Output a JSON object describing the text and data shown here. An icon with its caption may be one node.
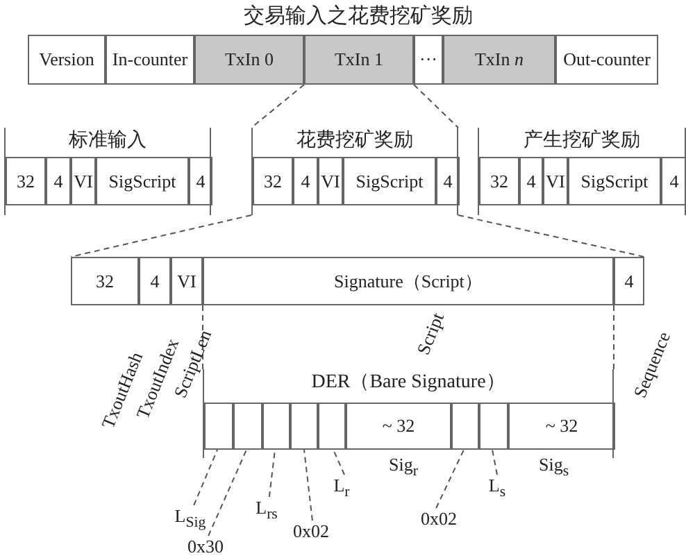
{
  "diagram": {
    "title": "交易输入之花费挖矿奖励",
    "nodes": [
      {
        "text": [
          "Version"
        ]
      },
      {
        "text": [
          "In-counter"
        ]
      },
      {
        "text": [
          "TxIn 0"
        ]
      },
      {
        "text": [
          "TxIn 1"
        ]
      },
      {
        "text": [
          "···"
        ]
      },
      {
        "text": [
          "TxIn *n*"
        ]
      },
      {
        "text": [
          "Out-counter"
        ]
      },
      {
        "text": [
          "标准输入"
        ]
      },
      {
        "text": [
          "32"
        ],
        "in": 7
      },
      {
        "text": [
          "4"
        ],
        "in": 7
      },
      {
        "text": [
          "VI"
        ],
        "in": 7
      },
      {
        "text": [
          "SigScript"
        ],
        "in": 7
      },
      {
        "text": [
          "4"
        ],
        "in": 7
      },
      {
        "text": [
          "花费挖矿奖励"
        ]
      },
      {
        "text": [
          "32"
        ],
        "in": 13
      },
      {
        "text": [
          "4"
        ],
        "in": 13
      },
      {
        "text": [
          "VI"
        ],
        "in": 13
      },
      {
        "text": [
          "SigScript"
        ],
        "in": 13
      },
      {
        "text": [
          "4"
        ],
        "in": 13
      },
      {
        "text": [
          "产生挖矿奖励"
        ]
      },
      {
        "text": [
          "32"
        ],
        "in": 19
      },
      {
        "text": [
          "4"
        ],
        "in": 19
      },
      {
        "text": [
          "VI"
        ],
        "in": 19
      },
      {
        "text": [
          "SigScript"
        ],
        "in": 19
      },
      {
        "text": [
          "4"
        ],
        "in": 19
      },
      {
        "text": [
          "32"
        ]
      },
      {
        "text": [
          "4"
        ]
      },
      {
        "text": [
          "VI"
        ]
      },
      {
        "text": [
          "Signature（Script）"
        ]
      },
      {
        "text": [
          "4"
        ]
      },
      {
        "text": [
          "DER（Bare Signature）"
        ]
      },
      {
        "text": [],
        "shape": "box",
        "in": 30
      },
      {
        "text": [],
        "shape": "box",
        "in": 30
      },
      {
        "text": [],
        "shape": "box",
        "in": 30
      },
      {
        "text": [],
        "shape": "box",
        "in": 30
      },
      {
        "text": [],
        "shape": "box",
        "in": 30
      },
      {
        "text": [
          "~ 32"
        ],
        "in": 30,
        "beside": [
          "Sig$_{r}$"
        ]
      },
      {
        "text": [],
        "shape": "box",
        "in": 30
      },
      {
        "text": [],
        "shape": "box",
        "in": 30
      },
      {
        "text": [
          "~ 32"
        ],
        "in": 30,
        "beside": [
          "Sig$_{s}$"
        ]
      },
      {
        "text": [
          "L$_{Sig}$"
        ]
      },
      {
        "text": [
          "0x30"
        ]
      },
      {
        "text": [
          "L$_{rs}$"
        ]
      },
      {
        "text": [
          "0x02"
        ]
      },
      {
        "text": [
          "L$_{r}$"
        ]
      },
      {
        "text": [
          "0x02"
        ]
      },
      {
        "text": [
          "L$_{s}$"
        ]
      }
    ],
    "edges": [
      {
        "from": 3,
        "to": 13,
        "arrow": "none",
        "style": "dashed"
      },
      {
        "from": 3,
        "to": 13,
        "arrow": "none",
        "style": "dashed"
      },
      {
        "from": 13,
        "to": 25,
        "arrow": "none",
        "style": "dashed"
      },
      {
        "from": 13,
        "to": 29,
        "arrow": "none",
        "style": "dashed"
      },
      {
        "from": 28,
        "to": 30,
        "arrow": "none",
        "style": "dashed"
      },
      {
        "from": 28,
        "to": 30,
        "arrow": "none",
        "style": "dashed"
      },
      {
        "from": 40,
        "to": 31,
        "arrow": "none",
        "style": "dashed"
      },
      {
        "from": 41,
        "to": 32,
        "arrow": "none",
        "style": "dashed"
      },
      {
        "from": 42,
        "to": 33,
        "arrow": "none",
        "style": "dashed"
      },
      {
        "from": 43,
        "to": 34,
        "arrow": "none",
        "style": "dashed"
      },
      {
        "from": 44,
        "to": 35,
        "arrow": "none",
        "style": "dashed"
      },
      {
        "from": 45,
        "to": 37,
        "arrow": "none",
        "style": "dashed"
      },
      {
        "from": 46,
        "to": 38,
        "arrow": "none",
        "style": "dashed"
      }
    ],
    "labels": [
      "TxoutHash",
      "TxoutIndex",
      "ScriptLen",
      "Script",
      "Sequence"
    ]
  }
}
